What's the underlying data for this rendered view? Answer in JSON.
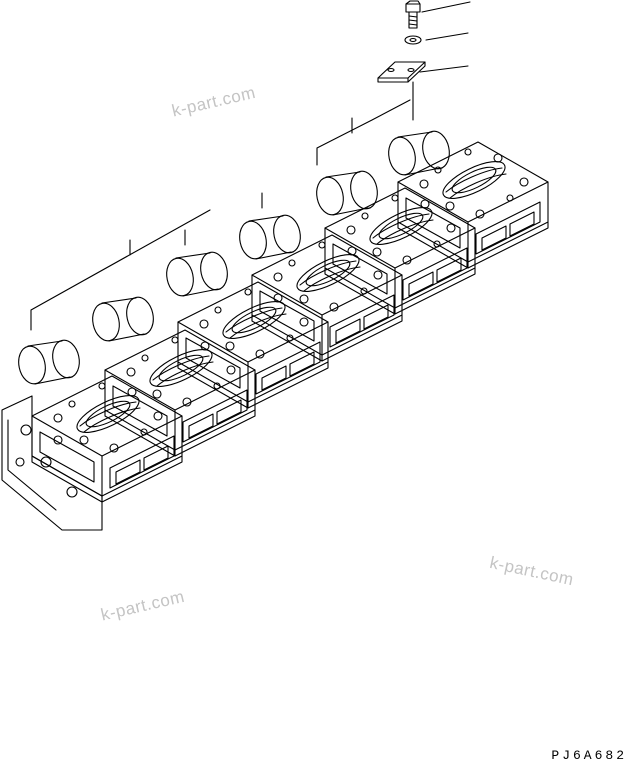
{
  "watermarks": [
    "k-part.com",
    "k-part.com",
    "k-part.com"
  ],
  "drawing_code": "PJ6A682",
  "colors": {
    "line": "#000000",
    "watermark": "#c4c4c4",
    "background": "#ffffff"
  }
}
